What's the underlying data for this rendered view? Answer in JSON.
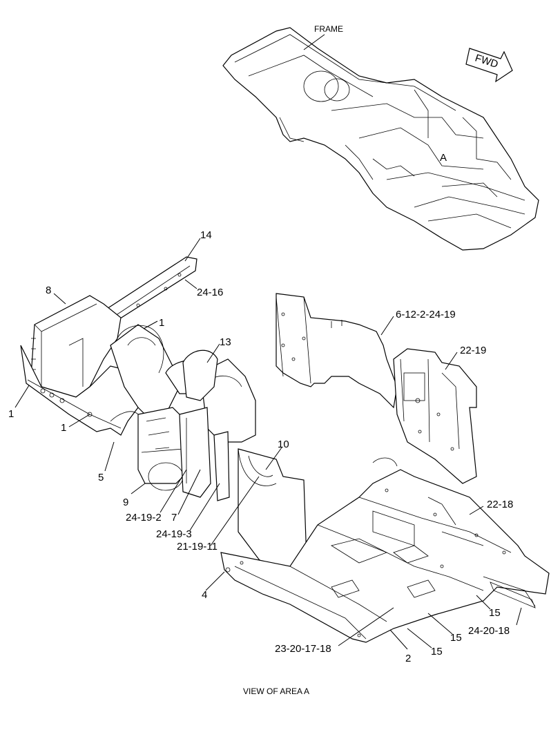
{
  "diagram": {
    "frame_label": "FRAME",
    "fwd_label": "FWD",
    "area_marker": "A",
    "caption": "VIEW OF AREA  A",
    "callouts": [
      "14",
      "8",
      "24-16",
      "1",
      "1",
      "13",
      "1",
      "5",
      "9",
      "24-19-2",
      "7",
      "24-19-3",
      "21-19-11",
      "10",
      "6-12-2-24-19",
      "22-19",
      "22-18",
      "4",
      "15",
      "24-20-18",
      "15",
      "23-20-17-18",
      "2",
      "15"
    ]
  }
}
